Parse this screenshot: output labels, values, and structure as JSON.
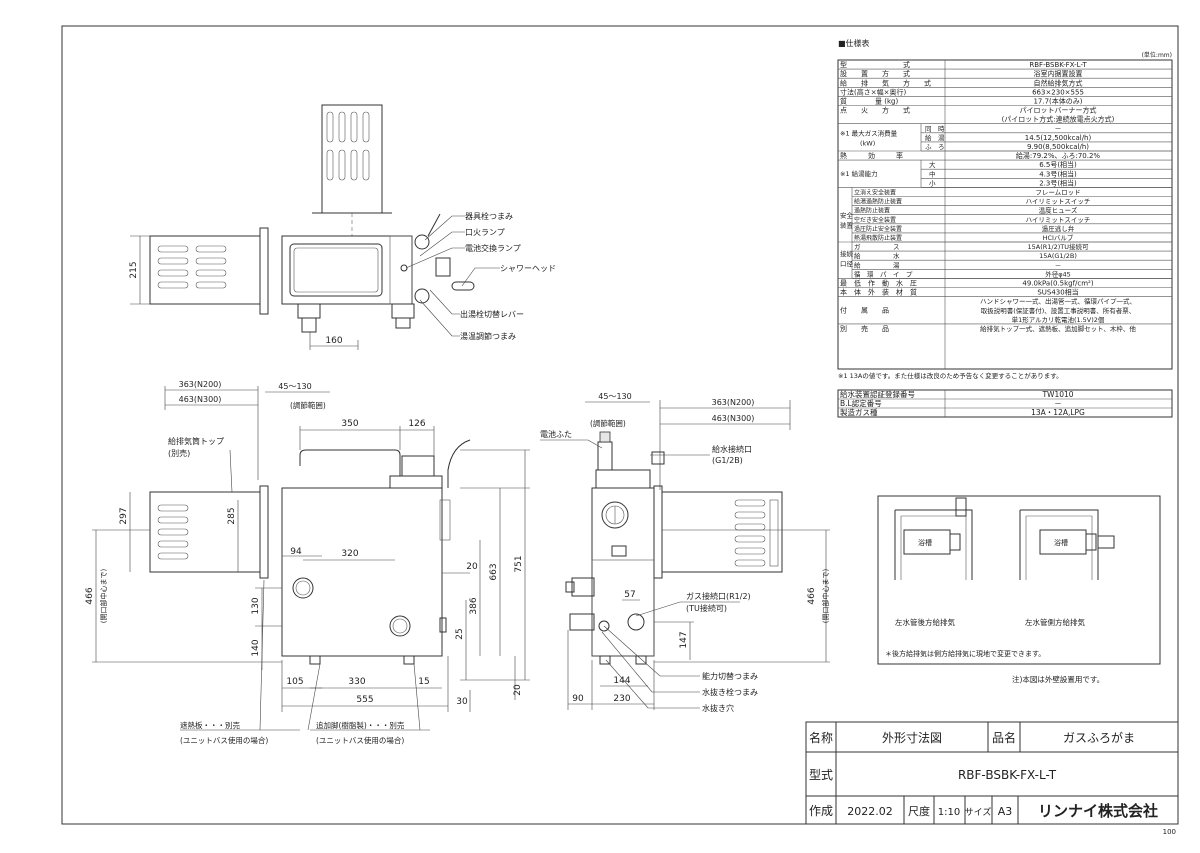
{
  "spec": {
    "title": "■仕様表",
    "unit": "(単位:mm)",
    "rows": [
      {
        "label": "型　　　　　　　　式",
        "value": "RBF-BSBK-FX-L-T"
      },
      {
        "label": "設　　置　　方　　式",
        "value": "浴室内据置設置"
      },
      {
        "label": "給　　排　　気　　方　　式",
        "value": "自然給排気方式"
      },
      {
        "label": "寸法(高さ×幅×奥行)",
        "value": "663×230×555"
      },
      {
        "label": "質　　　　量 (kg)",
        "value": "17.7(本体のみ)"
      },
      {
        "label": "点　　火　　方　　式",
        "value": "パイロットバーナー方式"
      },
      {
        "label": "",
        "value": "(パイロット方式:連続放電点火方式)"
      }
    ],
    "gas_label": "※1 最大ガス消費量",
    "gas_unit": "(kW)",
    "gas_rows": [
      {
        "sub": "同　時",
        "value": "－"
      },
      {
        "sub": "給　湯",
        "value": "14.5(12,500kcal/h)"
      },
      {
        "sub": "ふ　ろ",
        "value": "9.90(8,500kcal/h)"
      }
    ],
    "efficiency_label": "熱　　　効　　　率",
    "efficiency_value": "給湯:79.2%、ふろ:70.2%",
    "capacity_label": "※1 給湯能力",
    "capacity_rows": [
      {
        "sub": "大",
        "value": "6.5号(相当)"
      },
      {
        "sub": "中",
        "value": "4.3号(相当)"
      },
      {
        "sub": "小",
        "value": "2.3号(相当)"
      }
    ],
    "safety_group": "安全装置",
    "safety_rows": [
      {
        "name": "立消え安全装置",
        "value": "フレームロッド"
      },
      {
        "name": "給湯過熱防止装置",
        "value": "ハイリミットスイッチ"
      },
      {
        "name": "過熱防止装置",
        "value": "温度ヒューズ"
      },
      {
        "name": "空だき安全装置",
        "value": "ハイリミットスイッチ"
      },
      {
        "name": "過圧防止安全装置",
        "value": "過圧逃し弁"
      },
      {
        "name": "熱湯飛散防止装置",
        "value": "HCIバルブ"
      }
    ],
    "conn_group": "接続口径",
    "conn_rows": [
      {
        "name": "ガ　　　　　ス",
        "value": "15A(R1/2)TU接続可"
      },
      {
        "name": "給　　　　　水",
        "value": "15A(G1/2B)"
      },
      {
        "name": "給　　　　　湯",
        "value": "－"
      },
      {
        "name": "循　環　パ　イ　プ",
        "value": "外径φ45"
      }
    ],
    "bottom_rows": [
      {
        "label": "最　低　作　動　水　圧",
        "value": "49.0kPa(0.5kgf/cm²)"
      },
      {
        "label": "本　体　外　装　材　質",
        "value": "SUS430相当"
      }
    ],
    "accessory_label": "付　　属　　品",
    "accessory_lines": [
      "ハンドシャワー一式、出湯管一式、循環パイプ一式、",
      "取扱説明書(保証書付)、設置工事説明書、所有者票、",
      "単1形アルカリ乾電池(1.5V)2個"
    ],
    "sold_label": "別　　売　　品",
    "sold_value": "給排気トップ一式、遮熱板、追加脚セット、木枠、他",
    "footnote": "※1 13Aの値です。また仕様は改良のため予告なく変更することがあります。",
    "cert_rows": [
      {
        "label": "給水装置認証登録番号",
        "value": "TW1010"
      },
      {
        "label": "B.L認定番号",
        "value": "－"
      },
      {
        "label": "製造ガス種",
        "value": "13A・12A,LPG"
      }
    ]
  },
  "top_view": {
    "labels": [
      "器具栓つまみ",
      "口火ランプ",
      "電池交換ランプ",
      "シャワーヘッド",
      "出湯栓切替レバー",
      "湯温調節つまみ"
    ],
    "dims": {
      "height": "215",
      "width": "160"
    }
  },
  "front_view": {
    "top_dims": [
      "363(N200)",
      "463(N300)",
      "45～130",
      "(調節範囲)"
    ],
    "labels": [
      "給排気筒トップ",
      "(別売)"
    ],
    "dims": {
      "d350": "350",
      "d126": "126",
      "d297": "297",
      "d285": "285",
      "d94": "94",
      "d320": "320",
      "d20a": "20",
      "d663": "663",
      "d751": "751",
      "d130": "130",
      "d386": "386",
      "d25": "25",
      "d140": "140",
      "d105": "105",
      "d330": "330",
      "d15": "15",
      "d555": "555",
      "d30": "30",
      "d20b": "20",
      "d466": "466",
      "opening": "(開口部中心まで)"
    },
    "bottom_labels": [
      "遮熱板・・・別売",
      "(ユニットバス使用の場合)",
      "追加脚(樹脂製)・・・別売",
      "(ユニットバス使用の場合)"
    ]
  },
  "side_view": {
    "top_dims": [
      "45～130",
      "(調節範囲)",
      "363(N200)",
      "463(N300)"
    ],
    "labels": [
      "電池ふた",
      "給水接続口",
      "(G1/2B)",
      "ガス接続口(R1/2)",
      "(TU接続可)",
      "能力切替つまみ",
      "水抜き栓つまみ",
      "水抜き穴"
    ],
    "dims": {
      "d57": "57",
      "d147": "147",
      "d144": "144",
      "d230": "230",
      "d90": "90",
      "d466": "466",
      "opening": "(開口部中心まで)"
    }
  },
  "install": {
    "tub_label": "浴槽",
    "cap_left": "左水管後方給排気",
    "cap_right": "左水管側方給排気",
    "note1": "＊後方給排気は側方給排気に現地で変更できます。",
    "note2": "注)本図は外壁設置用です。"
  },
  "title_block": {
    "name_h": "名称",
    "name_v": "外形寸法図",
    "item_h": "品名",
    "item_v": "ガスふろがま",
    "model_h": "型式",
    "model_v": "RBF-BSBK-FX-L-T",
    "made_h": "作成",
    "made_v": "2022.02",
    "scale_h": "尺度",
    "scale_v": "1:10",
    "size_h": "サイズ",
    "size_v": "A3",
    "company": "リンナイ株式会社",
    "page": "100"
  }
}
